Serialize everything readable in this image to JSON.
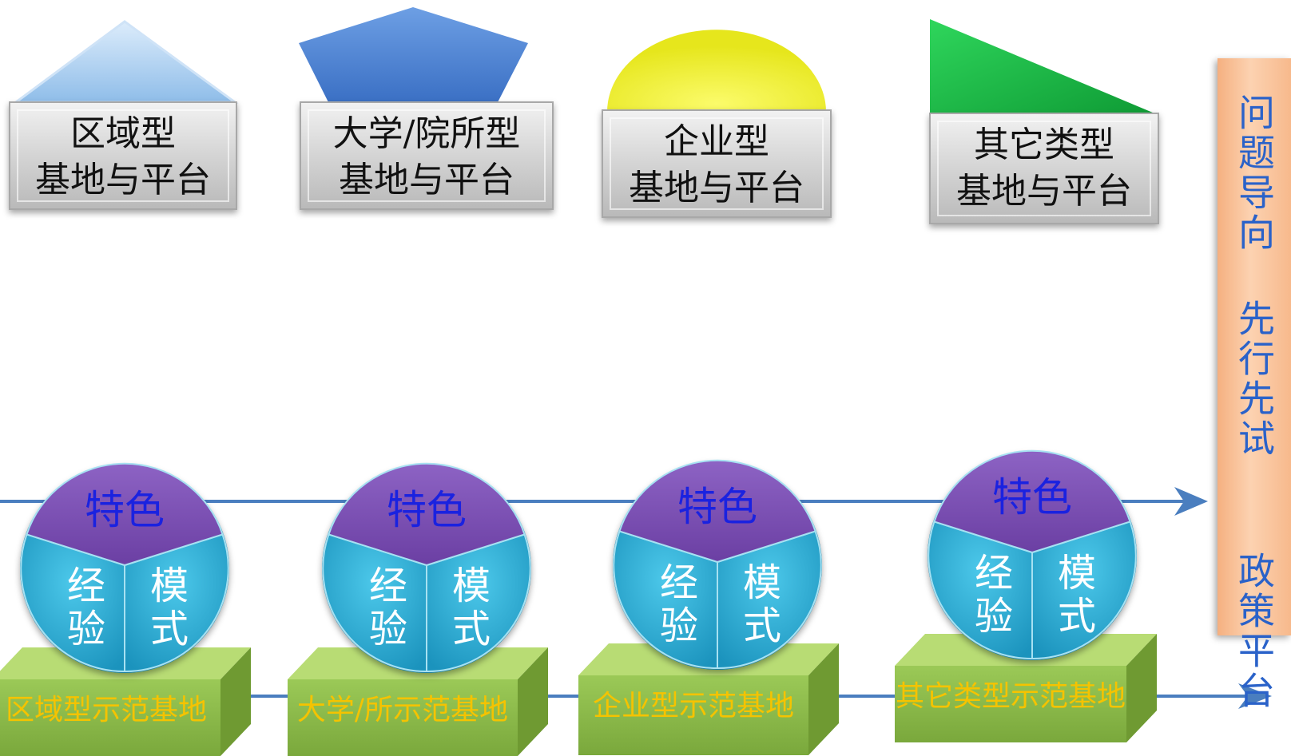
{
  "types": [
    {
      "line1": "区域型",
      "line2": "基地与平台",
      "shape": "triangle",
      "color": "#a9cdf0"
    },
    {
      "line1": "大学/院所型",
      "line2": "基地与平台",
      "shape": "pentagon",
      "color": "#4f86d6"
    },
    {
      "line1": "企业型",
      "line2": "基地与平台",
      "shape": "semicircle",
      "color": "#f2f23a"
    },
    {
      "line1": "其它类型",
      "line2": "基地与平台",
      "shape": "right-triangle",
      "color": "#1ec24a"
    }
  ],
  "circles": [
    {
      "top": "特色",
      "left": "经验",
      "right": "模式"
    },
    {
      "top": "特色",
      "left": "经验",
      "right": "模式"
    },
    {
      "top": "特色",
      "left": "经验",
      "right": "模式"
    },
    {
      "top": "特色",
      "left": "经验",
      "right": "模式"
    }
  ],
  "bases": [
    {
      "label": "区域型示范基地"
    },
    {
      "label": "大学/所示范基地"
    },
    {
      "label": "企业型示范基地"
    },
    {
      "label": "其它类型示范基地"
    }
  ],
  "side_panel": {
    "text": "问题导向 先行先试  政策平台"
  },
  "colors": {
    "arrow": "#4a7ebf",
    "purple": "#7a4eb0",
    "cyan": "#2aaed4",
    "base_green": "#8ab84a",
    "base_text": "#f5c300",
    "circle_text_top": "#1a22e0"
  }
}
